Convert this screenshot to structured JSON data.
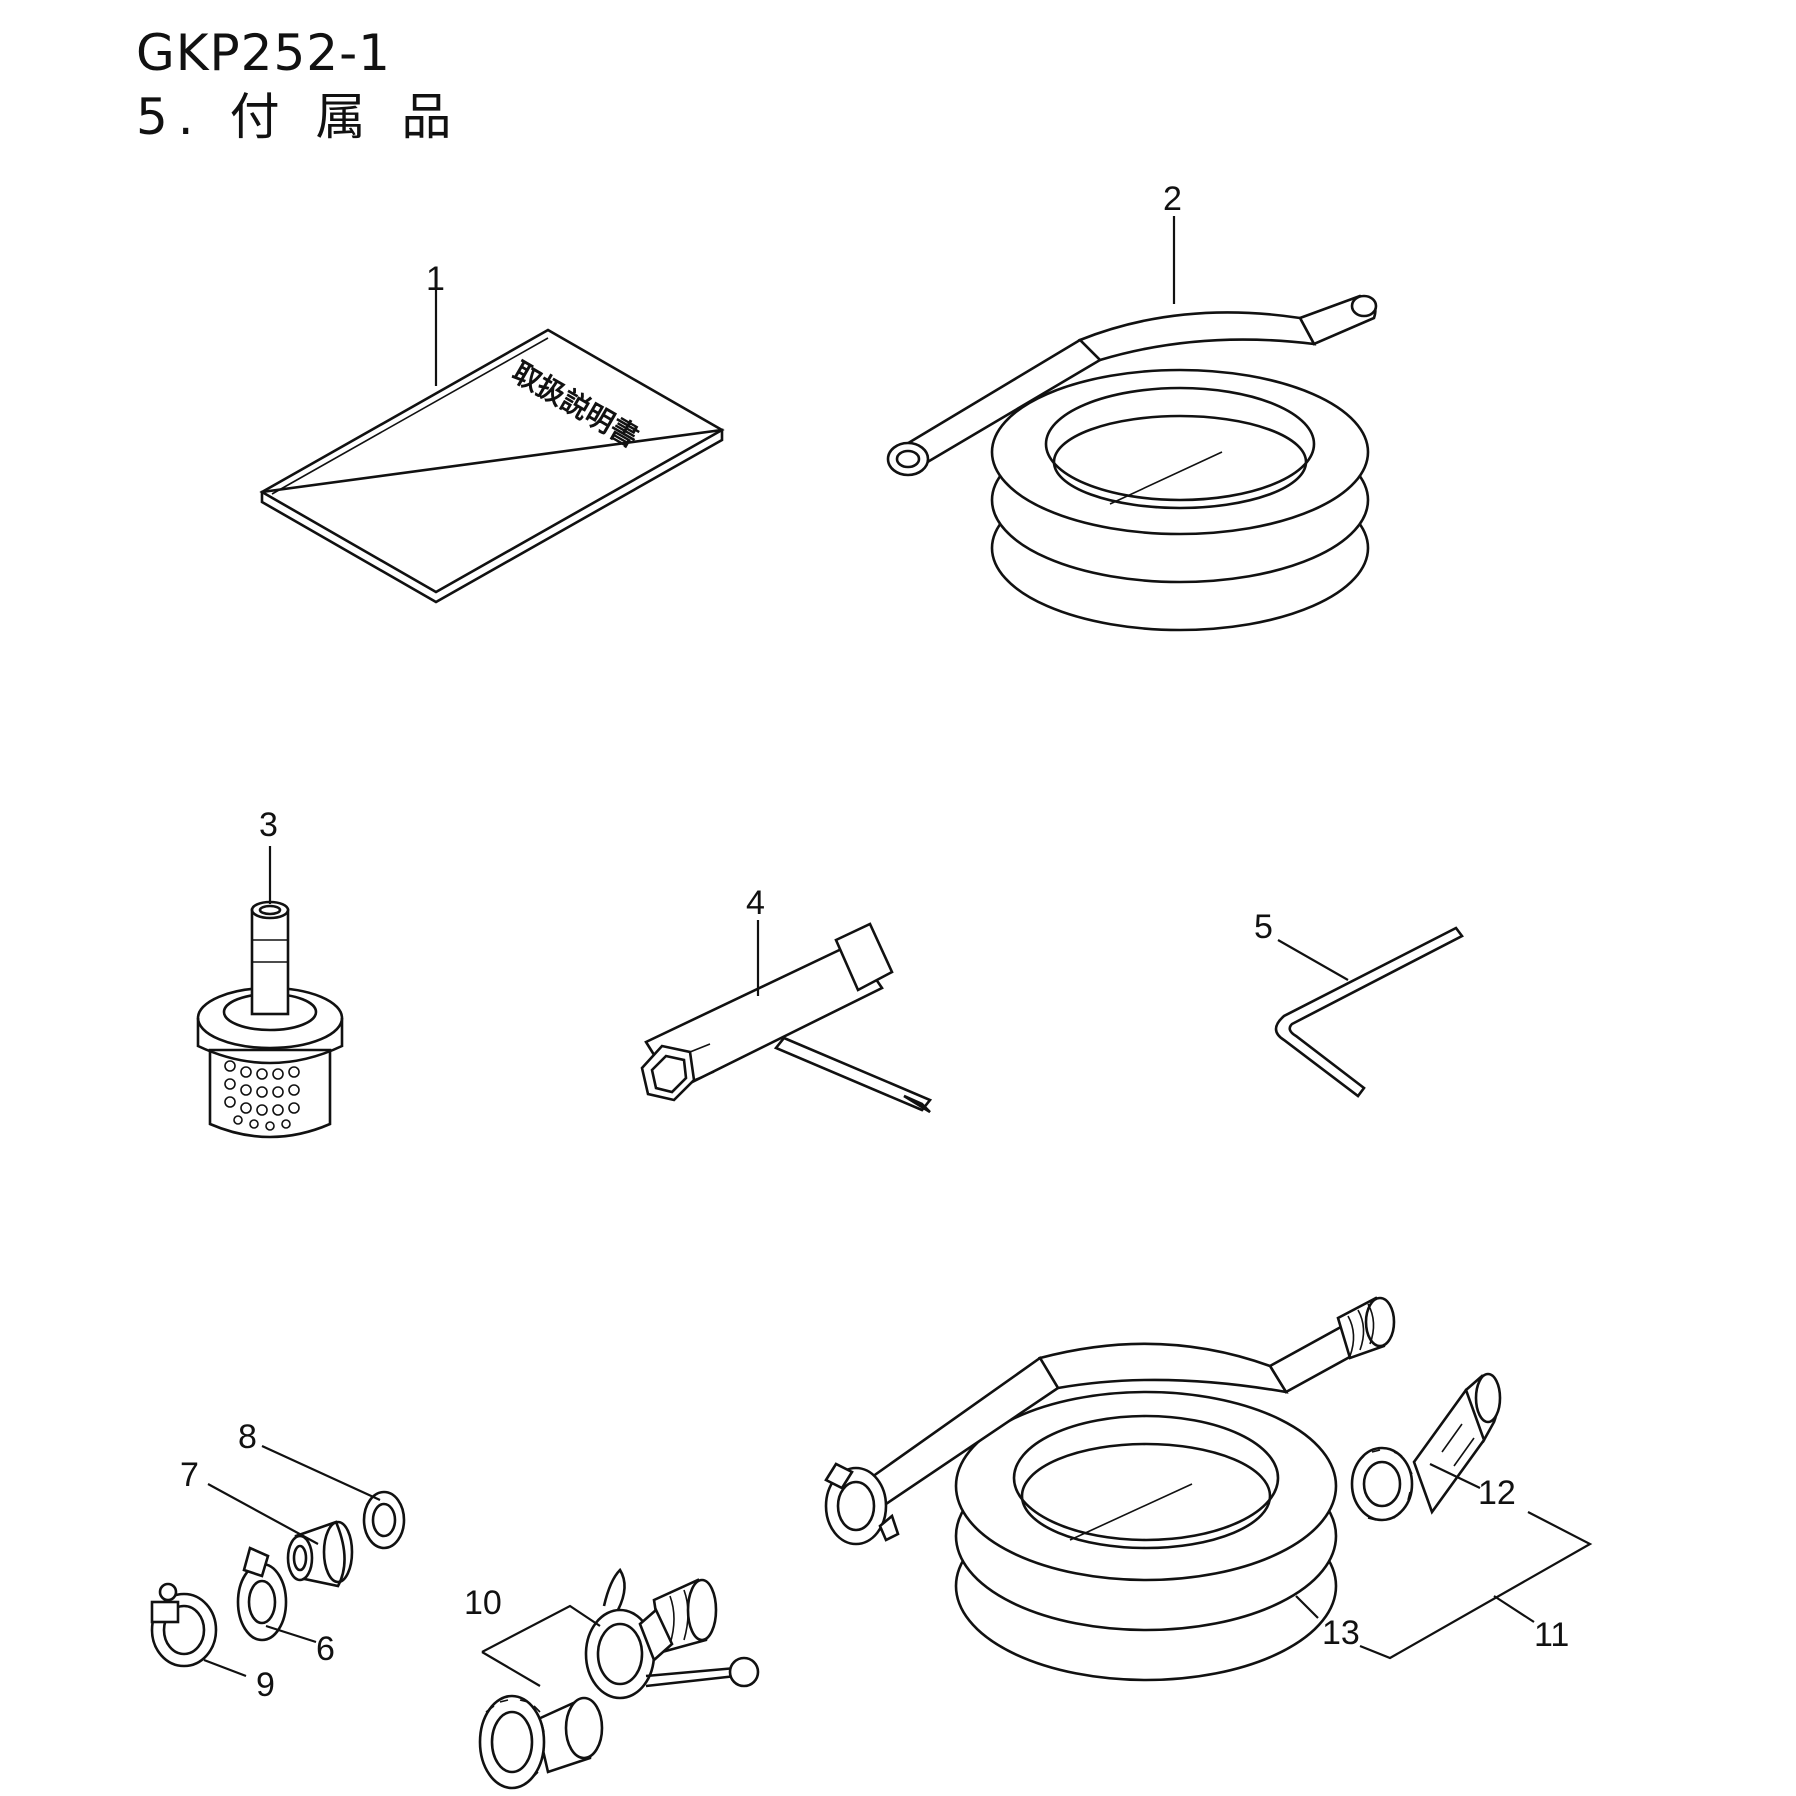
{
  "header": {
    "model": "GKP252-1",
    "section": "5. 付 属 品"
  },
  "manual_cover_text": "取扱説明書",
  "callouts": [
    "1",
    "2",
    "3",
    "4",
    "5",
    "6",
    "7",
    "8",
    "9",
    "10",
    "11",
    "12",
    "13"
  ]
}
